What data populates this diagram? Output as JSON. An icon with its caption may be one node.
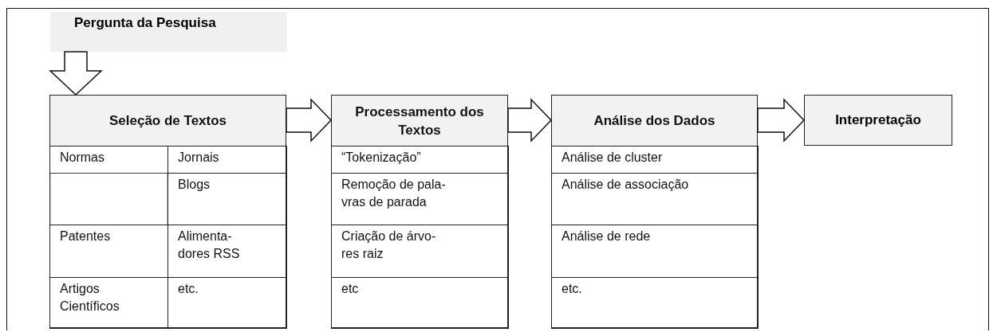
{
  "diagram": {
    "nodes": [
      {
        "text": [
          "Pergunta da Pesquisa"
        ]
      },
      {
        "text": [
          "Seleção de Textos"
        ]
      },
      {
        "text": [
          "Normas"
        ],
        "in": 1
      },
      {
        "text": [
          "Jornais"
        ],
        "in": 1
      },
      {
        "text": [],
        "shape": "box",
        "in": 1
      },
      {
        "text": [
          "Blogs"
        ],
        "in": 1
      },
      {
        "text": [
          "Patentes"
        ],
        "in": 1
      },
      {
        "text": [
          "Alimenta- dores RSS"
        ],
        "in": 1
      },
      {
        "text": [
          "Artigos Científicos"
        ],
        "in": 1
      },
      {
        "text": [
          "etc."
        ],
        "in": 1
      },
      {
        "text": [
          "Processamento dos Textos"
        ]
      },
      {
        "text": [
          "“Tokenização”"
        ],
        "in": 10
      },
      {
        "text": [
          "Remoção de pala- vras de parada"
        ],
        "in": 10
      },
      {
        "text": [
          "Criação de árvo- res raiz"
        ],
        "in": 10
      },
      {
        "text": [
          "etc"
        ],
        "in": 10
      },
      {
        "text": [
          "Análise dos Dados"
        ]
      },
      {
        "text": [
          "Análise de cluster"
        ],
        "in": 15
      },
      {
        "text": [
          "Análise de associação"
        ],
        "in": 15
      },
      {
        "text": [
          "Análise de rede"
        ],
        "in": 15
      },
      {
        "text": [
          "etc."
        ],
        "in": 15
      },
      {
        "text": [
          "Interpretação"
        ]
      }
    ],
    "edges": [
      {
        "from": 0,
        "to": 1,
        "arrow": "to"
      },
      {
        "from": 1,
        "to": 10,
        "arrow": "to"
      },
      {
        "from": 10,
        "to": 15,
        "arrow": "to"
      },
      {
        "from": 15,
        "to": 20,
        "arrow": "to"
      }
    ]
  }
}
